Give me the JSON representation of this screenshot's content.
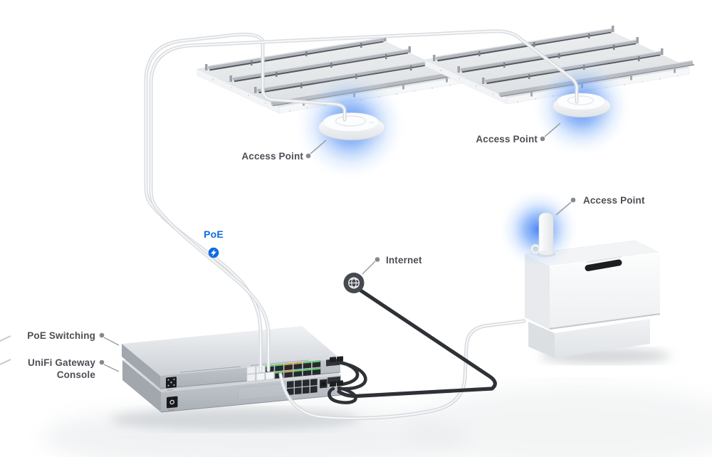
{
  "labels": {
    "ap1": "Access Point",
    "ap2": "Access Point",
    "ap3": "Access Point",
    "poe": "PoE",
    "internet": "Internet",
    "poe_switching": "PoE Switching",
    "gateway_l1": "UniFi Gateway",
    "gateway_l2": "Console"
  },
  "icons": {
    "poe_badge": "lightning-bolt-icon",
    "internet_badge": "globe-icon"
  },
  "colors": {
    "poe_blue": "#0c6ce4",
    "glow_blue": "#4a87f5",
    "label_gray": "#4b4f54",
    "internet_badge_bg": "#46494f",
    "cable_white": "#f5f7f8",
    "cable_black": "#2e3135",
    "device_silver": "#c9cdd2"
  }
}
